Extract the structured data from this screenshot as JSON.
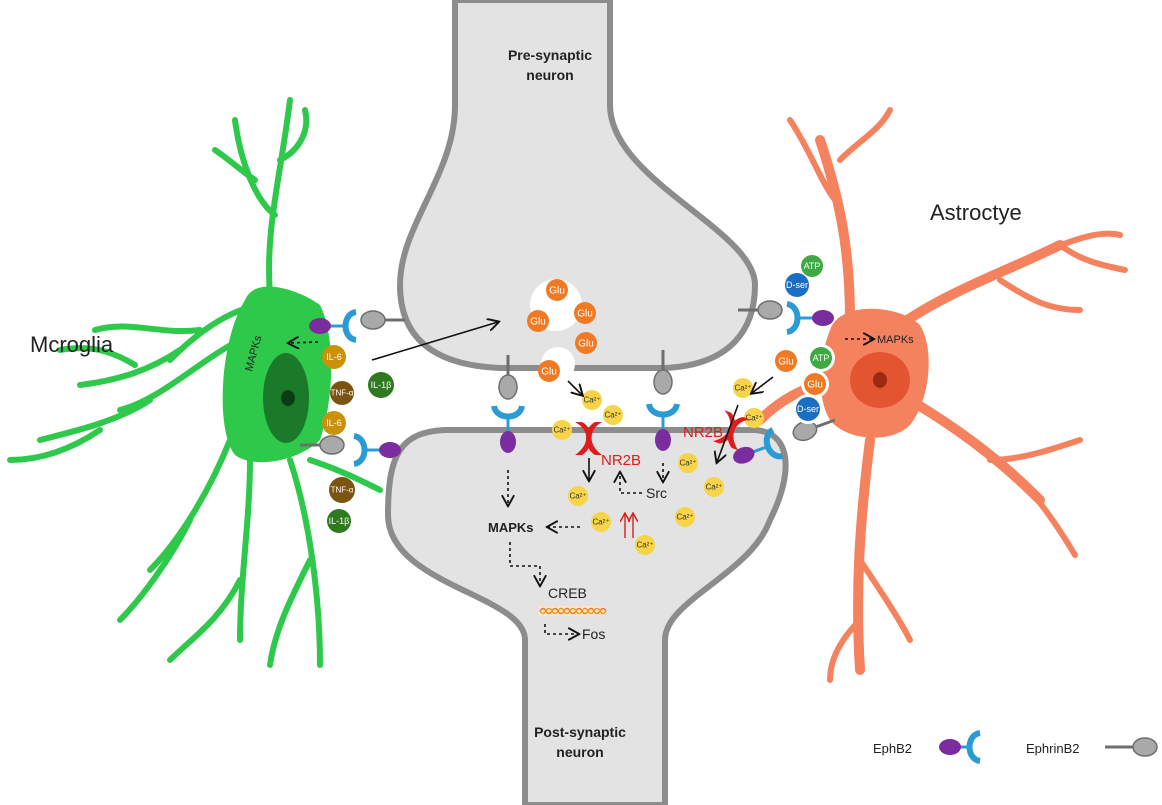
{
  "cells": {
    "pre_synaptic": "Pre-synaptic\nneuron",
    "post_synaptic": "Post-synaptic\nneuron",
    "microglia": "Mcroglia",
    "astrocyte": "Astroctye"
  },
  "signals": {
    "mapks": "MAPKs",
    "creb": "CREB",
    "fos": "Fos",
    "src": "Src",
    "nr2b": "NR2B"
  },
  "molecules": {
    "glu": "Glu",
    "ca": "Ca²⁺",
    "il6": "IL-6",
    "il1b": "IL-1β",
    "tnfa": "TNF-α",
    "atp": "ATP",
    "dser": "D-ser"
  },
  "legend": {
    "ephb2": "EphB2",
    "ephrinb2": "EphrinB2"
  },
  "colors": {
    "microglia": "#2ec94a",
    "astrocyte": "#f5825f",
    "neuron_fill": "#e3e3e3",
    "neuron_stroke": "#8c8c8c",
    "ephb2_receptor": "#2b9bd6",
    "ephb2_body": "#7b2c9e",
    "ephrin": "#9e9e9e",
    "glu": "#f07a24",
    "calcium": "#f7d448",
    "nr2b": "#e01b1b",
    "il6": "#c9920a",
    "il1b": "#2f7a1f",
    "tnfa": "#7a5410",
    "atp": "#3ea843",
    "dser": "#1a6fc2"
  }
}
